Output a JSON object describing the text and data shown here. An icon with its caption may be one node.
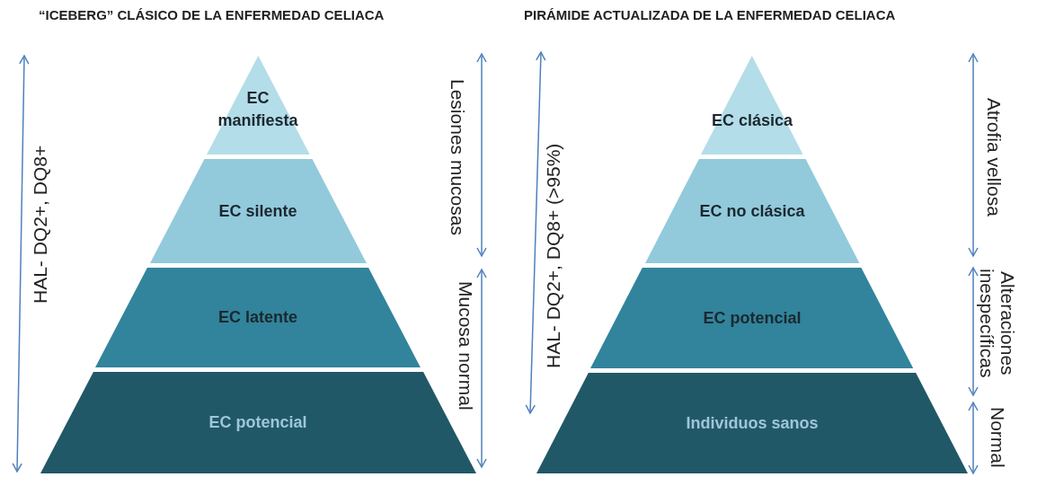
{
  "diagram": {
    "nodes": [
      {
        "text": [
          "EC manifiesta"
        ]
      },
      {
        "text": [
          "EC silente"
        ]
      },
      {
        "text": [
          "EC latente"
        ]
      },
      {
        "text": [
          "EC potencial"
        ]
      },
      {
        "text": [
          "EC clásica"
        ]
      },
      {
        "text": [
          "EC no clásica"
        ]
      },
      {
        "text": [
          "EC potencial"
        ]
      },
      {
        "text": [
          "Individuos sanos"
        ]
      }
    ],
    "labels": [
      "“ICEBERG” CLÁSICO DE LA ENFERMEDAD CELIACA",
      "PIRÁMIDE ACTUALIZADA DE LA ENFERMEDAD CELIACA",
      "HAL- DQ2+, DQ8+",
      "Lesiones mucosas",
      "Mucosa normal",
      "HAL- DQ2+, DQ8+ (>95%)",
      "Atrofia vellosa",
      "Alteraciones inespecíficas",
      "Normal"
    ]
  }
}
